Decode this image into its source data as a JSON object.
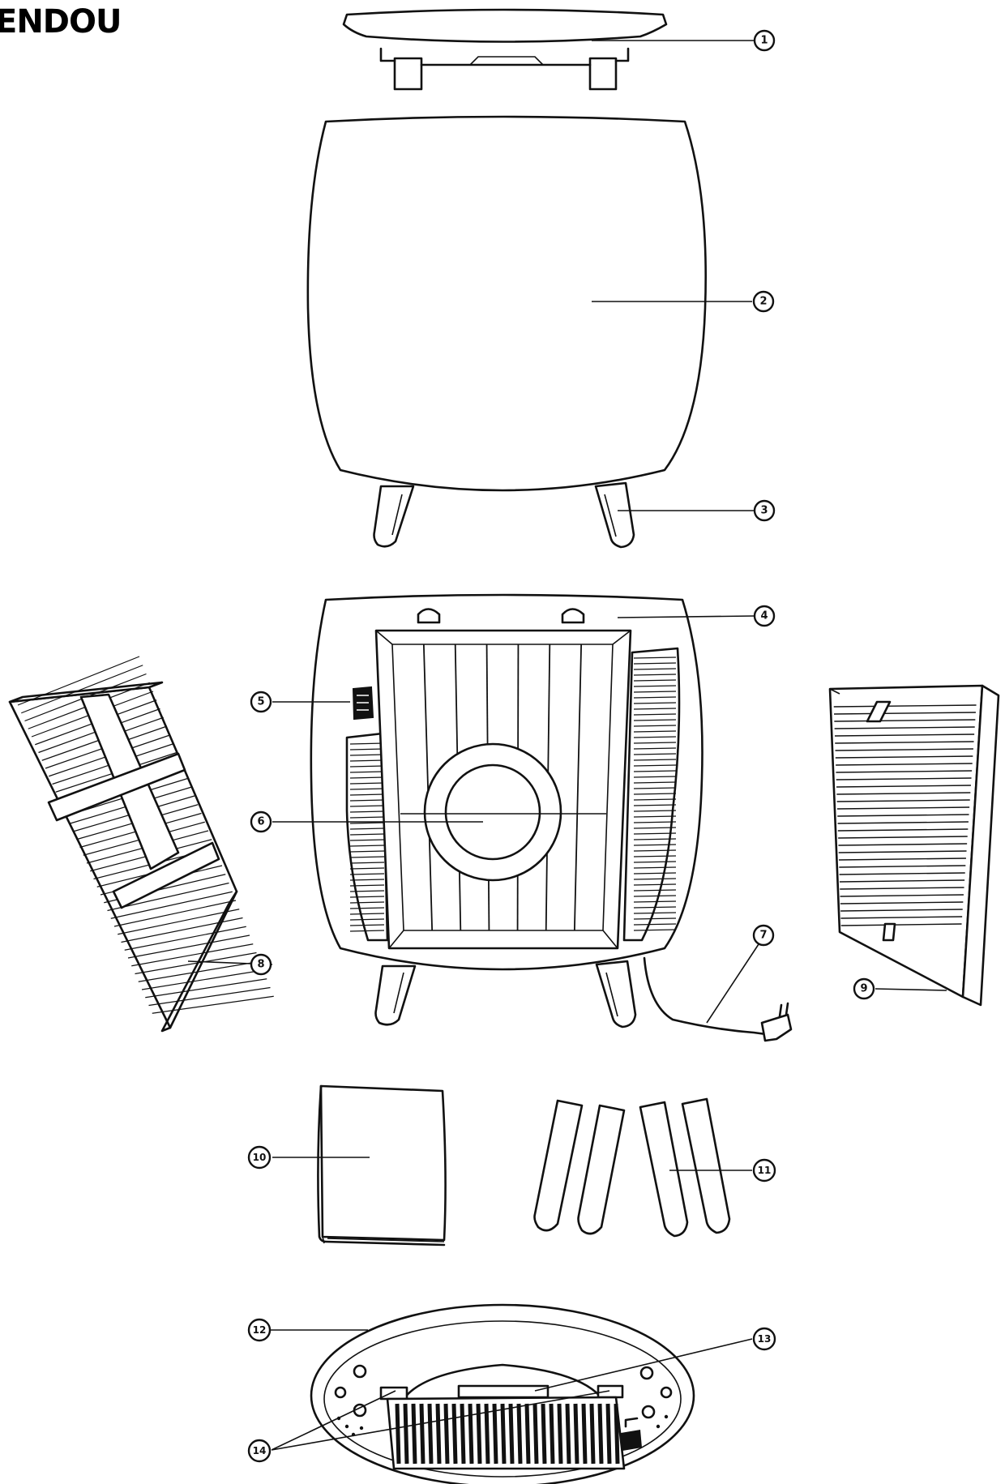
{
  "brand": {
    "text": "ENDOU"
  },
  "callouts": [
    {
      "id": "top-cover",
      "number": "1"
    },
    {
      "id": "housing",
      "number": "2"
    },
    {
      "id": "legs",
      "number": "3"
    },
    {
      "id": "main-body",
      "number": "4"
    },
    {
      "id": "sensor",
      "number": "5"
    },
    {
      "id": "fan-grille",
      "number": "6"
    },
    {
      "id": "power-cord",
      "number": "7"
    },
    {
      "id": "carbon-filter",
      "number": "8"
    },
    {
      "id": "hepa-filter",
      "number": "9"
    },
    {
      "id": "manual",
      "number": "10"
    },
    {
      "id": "spare-legs",
      "number": "11"
    },
    {
      "id": "base",
      "number": "12"
    },
    {
      "id": "base-vent",
      "number": "13"
    },
    {
      "id": "leg-sockets",
      "number": "14"
    }
  ],
  "colors": {
    "line": "#111111",
    "background": "#ffffff"
  }
}
